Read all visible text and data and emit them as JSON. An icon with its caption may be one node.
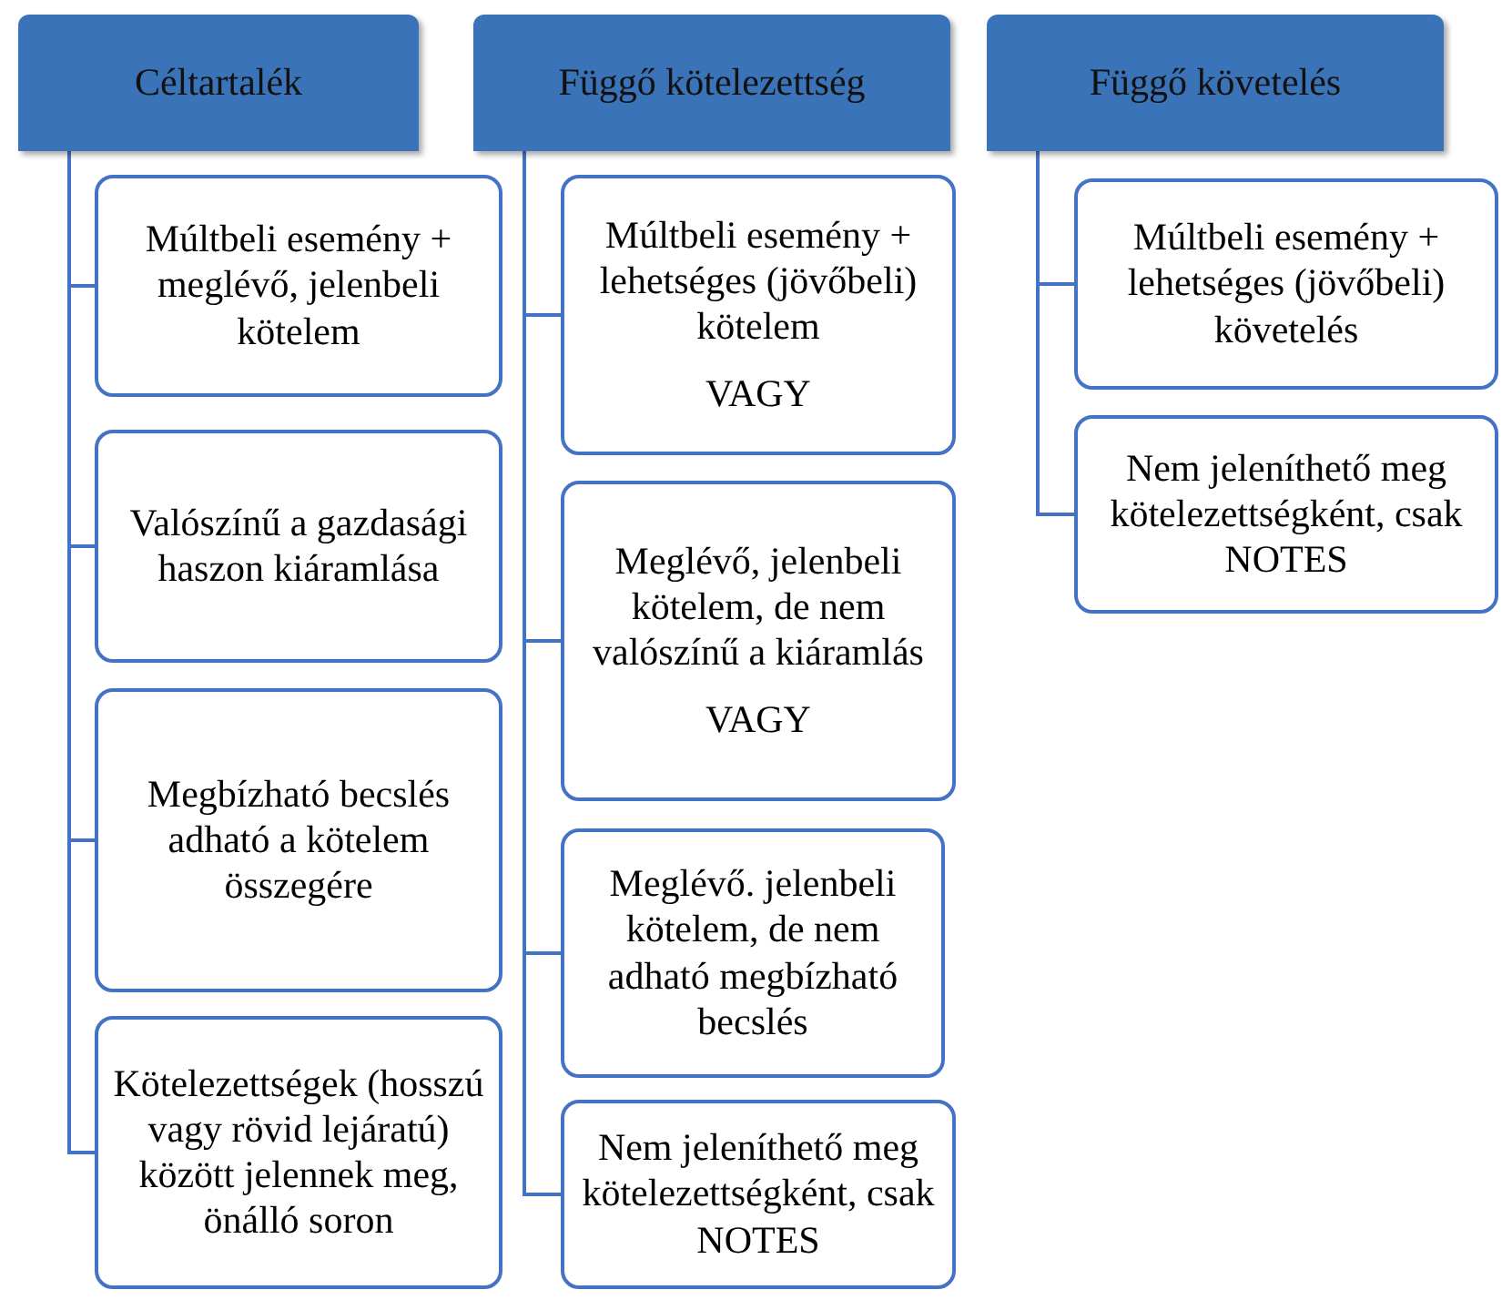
{
  "diagram": {
    "nodes": [
      {
        "text": [
          "Céltartalék"
        ]
      },
      {
        "text": [
          "Múltbeli esemény + meglévő, jelenbeli kötelem"
        ]
      },
      {
        "text": [
          "Valószínű a gazdasági haszon kiáramlása"
        ]
      },
      {
        "text": [
          "Megbízható becslés adható a kötelem összegére"
        ]
      },
      {
        "text": [
          "Kötelezettségek (hosszú vagy rövid lejáratú) között jelennek meg, önálló soron"
        ]
      },
      {
        "text": [
          "Függő kötelezettség"
        ]
      },
      {
        "text": [
          "Múltbeli esemény + lehetséges (jövőbeli) kötelem",
          "VAGY"
        ]
      },
      {
        "text": [
          "Meglévő, jelenbeli kötelem, de nem valószínű a kiáramlás",
          "VAGY"
        ]
      },
      {
        "text": [
          "Meglévő. jelenbeli kötelem, de nem adható megbízható becslés"
        ]
      },
      {
        "text": [
          "Nem jeleníthető meg kötelezettségként, csak NOTES"
        ]
      },
      {
        "text": [
          "Függő követelés"
        ]
      },
      {
        "text": [
          "Múltbeli esemény + lehetséges (jövőbeli) követelés"
        ]
      },
      {
        "text": [
          "Nem jeleníthető meg kötelezettségként, csak NOTES"
        ]
      }
    ],
    "edges": [
      {
        "from": 0,
        "to": 1,
        "arrow": "none"
      },
      {
        "from": 0,
        "to": 2,
        "arrow": "none"
      },
      {
        "from": 0,
        "to": 3,
        "arrow": "none"
      },
      {
        "from": 0,
        "to": 4,
        "arrow": "none"
      },
      {
        "from": 5,
        "to": 6,
        "arrow": "none"
      },
      {
        "from": 5,
        "to": 7,
        "arrow": "none"
      },
      {
        "from": 5,
        "to": 8,
        "arrow": "none"
      },
      {
        "from": 5,
        "to": 9,
        "arrow": "none"
      },
      {
        "from": 10,
        "to": 11,
        "arrow": "none"
      },
      {
        "from": 10,
        "to": 12,
        "arrow": "none"
      }
    ]
  }
}
